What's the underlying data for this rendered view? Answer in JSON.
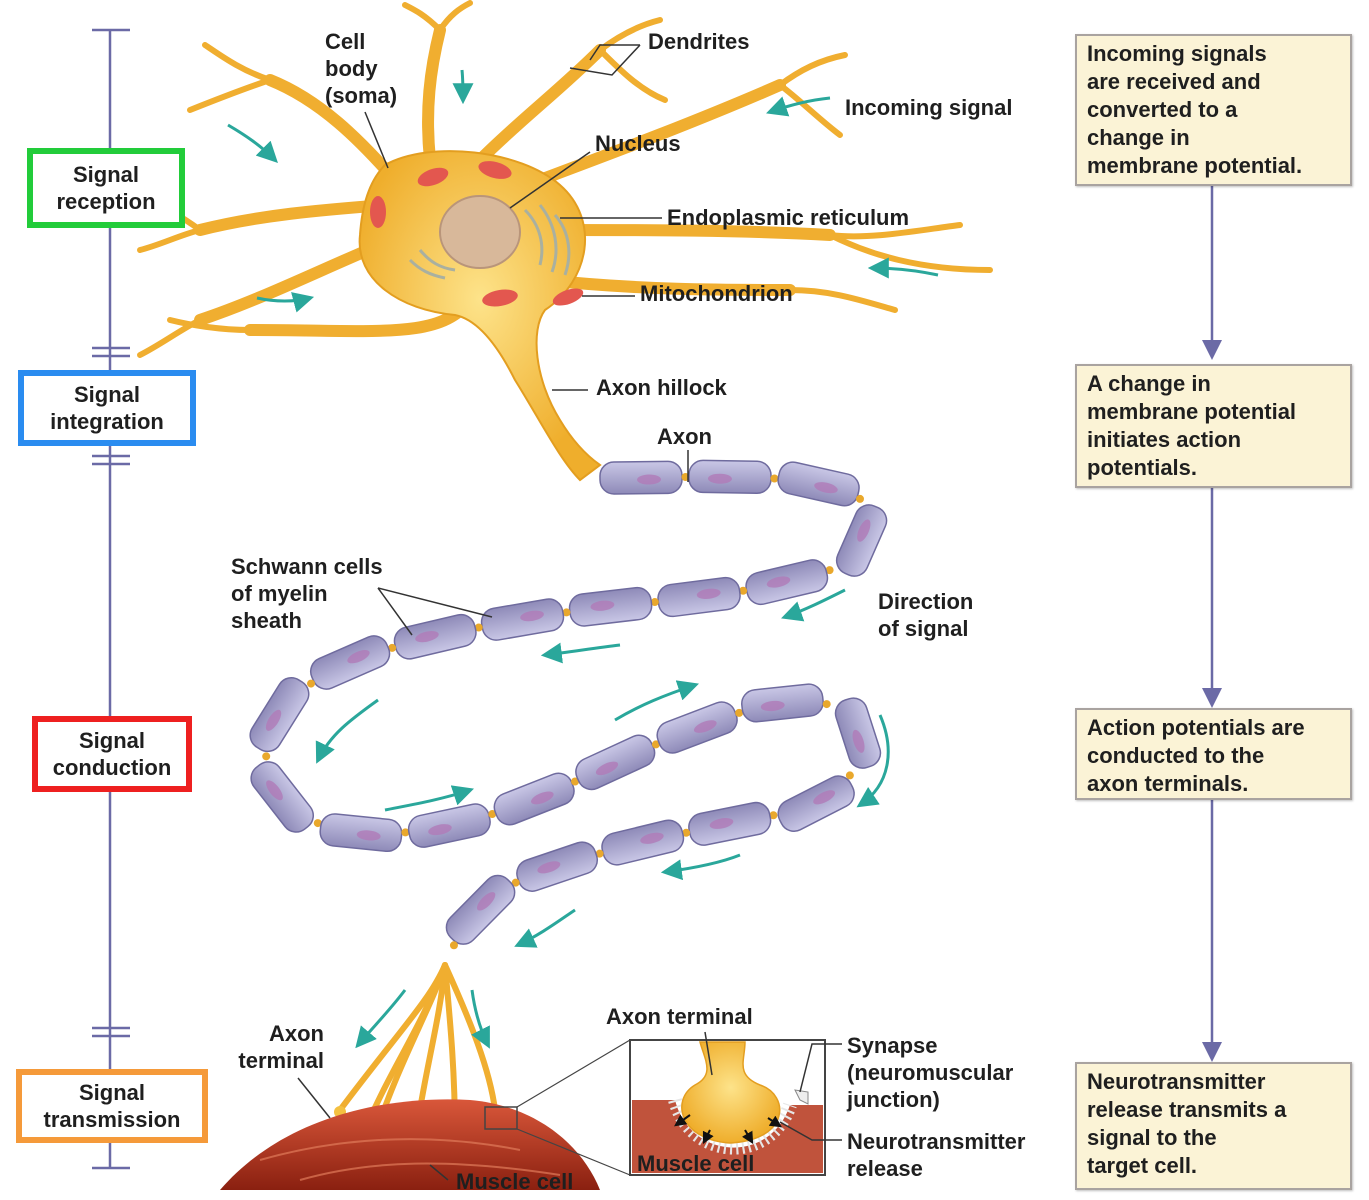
{
  "colors": {
    "reception": "#22cc3a",
    "integration": "#2a8cf0",
    "conduction": "#ee2020",
    "transmission": "#f59a3a",
    "neuron": "#f2b232",
    "myelin": "#a7a4cc",
    "muscle": "#b2331c",
    "arrow": "#2aa79b",
    "step_fill": "#fbf3d6"
  },
  "stages": {
    "reception": "Signal\nreception",
    "integration": "Signal\nintegration",
    "conduction": "Signal\nconduction",
    "transmission": "Signal\ntransmission"
  },
  "labels": {
    "cell_body": "Cell\nbody\n(soma)",
    "dendrites": "Dendrites",
    "incoming_signal": "Incoming signal",
    "nucleus": "Nucleus",
    "er": "Endoplasmic reticulum",
    "mitochondrion": "Mitochondrion",
    "axon_hillock": "Axon hillock",
    "axon": "Axon",
    "schwann": "Schwann cells\nof myelin\nsheath",
    "direction": "Direction\nof signal",
    "axon_terminal_left": "Axon\nterminal",
    "axon_terminal_inset": "Axon terminal",
    "synapse": "Synapse\n(neuromuscular\njunction)",
    "neurotransmitter": "Neurotransmitter\nrelease",
    "muscle_cell": "Muscle cell",
    "muscle_cell_inset": "Muscle cell"
  },
  "steps": [
    "Incoming signals\nare received and\nconverted to a\nchange in\nmembrane potential.",
    "A change in\nmembrane  potential\ninitiates action\npotentials.",
    "Action potentials are\nconducted to the\naxon terminals.",
    "Neurotransmitter\nrelease transmits a\nsignal to the\ntarget cell."
  ]
}
